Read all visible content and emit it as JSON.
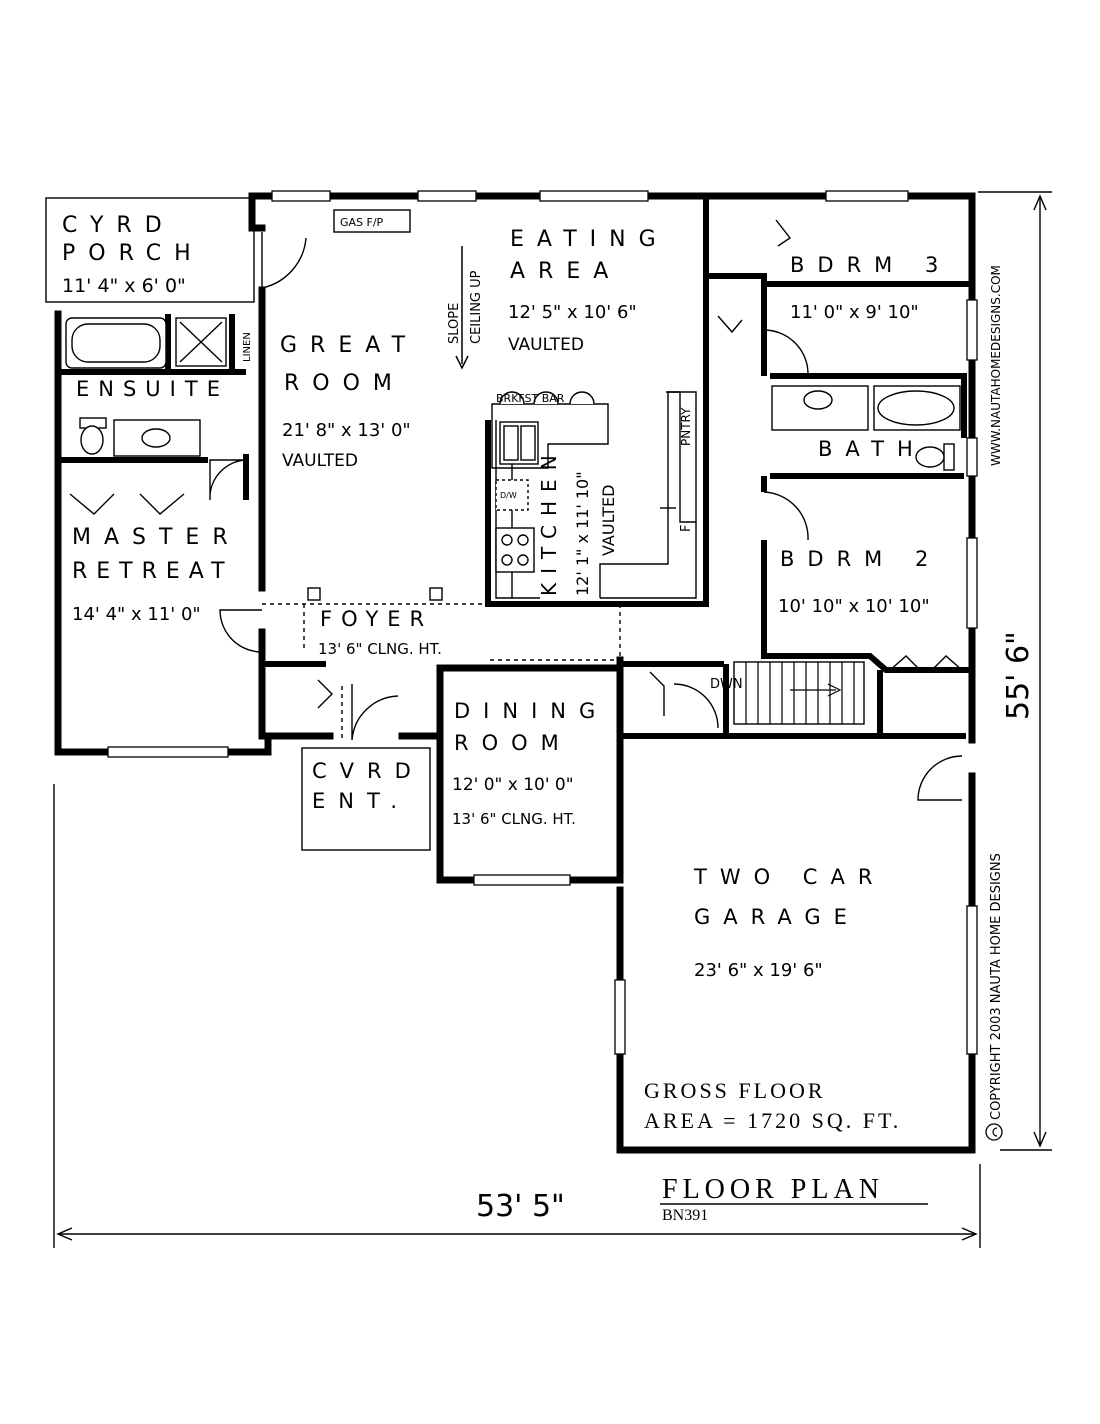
{
  "plan": {
    "title": "FLOOR PLAN",
    "code": "BN391",
    "width_dim": "53' 5\"",
    "depth_dim": "55' 6\"",
    "gross_line1": "GROSS FLOOR",
    "gross_line2": "AREA = 1720 SQ. FT.",
    "website": "WWW.NAUTAHOMEDESIGNS.COM",
    "copyright": "COPYRIGHT 2003 NAUTA HOME DESIGNS"
  },
  "rooms": {
    "porch": {
      "l1": "CYRD",
      "l2": "PORCH",
      "dim": "11' 4\" x 6' 0\""
    },
    "great": {
      "l1": "GREAT",
      "l2": "ROOM",
      "dim": "21' 8\" x 13' 0\"",
      "note": "VAULTED"
    },
    "eating": {
      "l1": "EATING",
      "l2": "AREA",
      "dim": "12' 5\" x 10' 6\"",
      "note": "VAULTED"
    },
    "bdrm3": {
      "l1": "BDRM 3",
      "dim": "11' 0\" x 9' 10\""
    },
    "ensuite": {
      "l1": "ENSUITE"
    },
    "bath": {
      "l1": "BATH"
    },
    "master": {
      "l1": "MASTER",
      "l2": "RETREAT",
      "dim": "14' 4\" x 11' 0\""
    },
    "kitchen": {
      "l1": "KITCHEN",
      "dim": "12' 1\" x 11' 10\"",
      "note": "VAULTED"
    },
    "bdrm2": {
      "l1": "BDRM 2",
      "dim": "10' 10\" x 10' 10\""
    },
    "foyer": {
      "l1": "FOYER",
      "note": "13' 6\" CLNG. HT."
    },
    "entry": {
      "l1": "CVRD",
      "l2": "ENT."
    },
    "dining": {
      "l1": "DINING",
      "l2": "ROOM",
      "dim": "12' 0\" x 10' 0\"",
      "note": "13' 6\" CLNG. HT."
    },
    "garage": {
      "l1": "TWO CAR",
      "l2": "GARAGE",
      "dim": "23' 6\" x 19' 6\""
    }
  },
  "fixtures": {
    "gas_fp": "GAS F/P",
    "slope1": "SLOPE",
    "slope2": "CEILING UP",
    "linen": "LINEN",
    "brkfst": "BRKFST BAR",
    "pntry": "PNTRY",
    "f": "F",
    "dw": "D/W",
    "dwn": "DWN"
  }
}
